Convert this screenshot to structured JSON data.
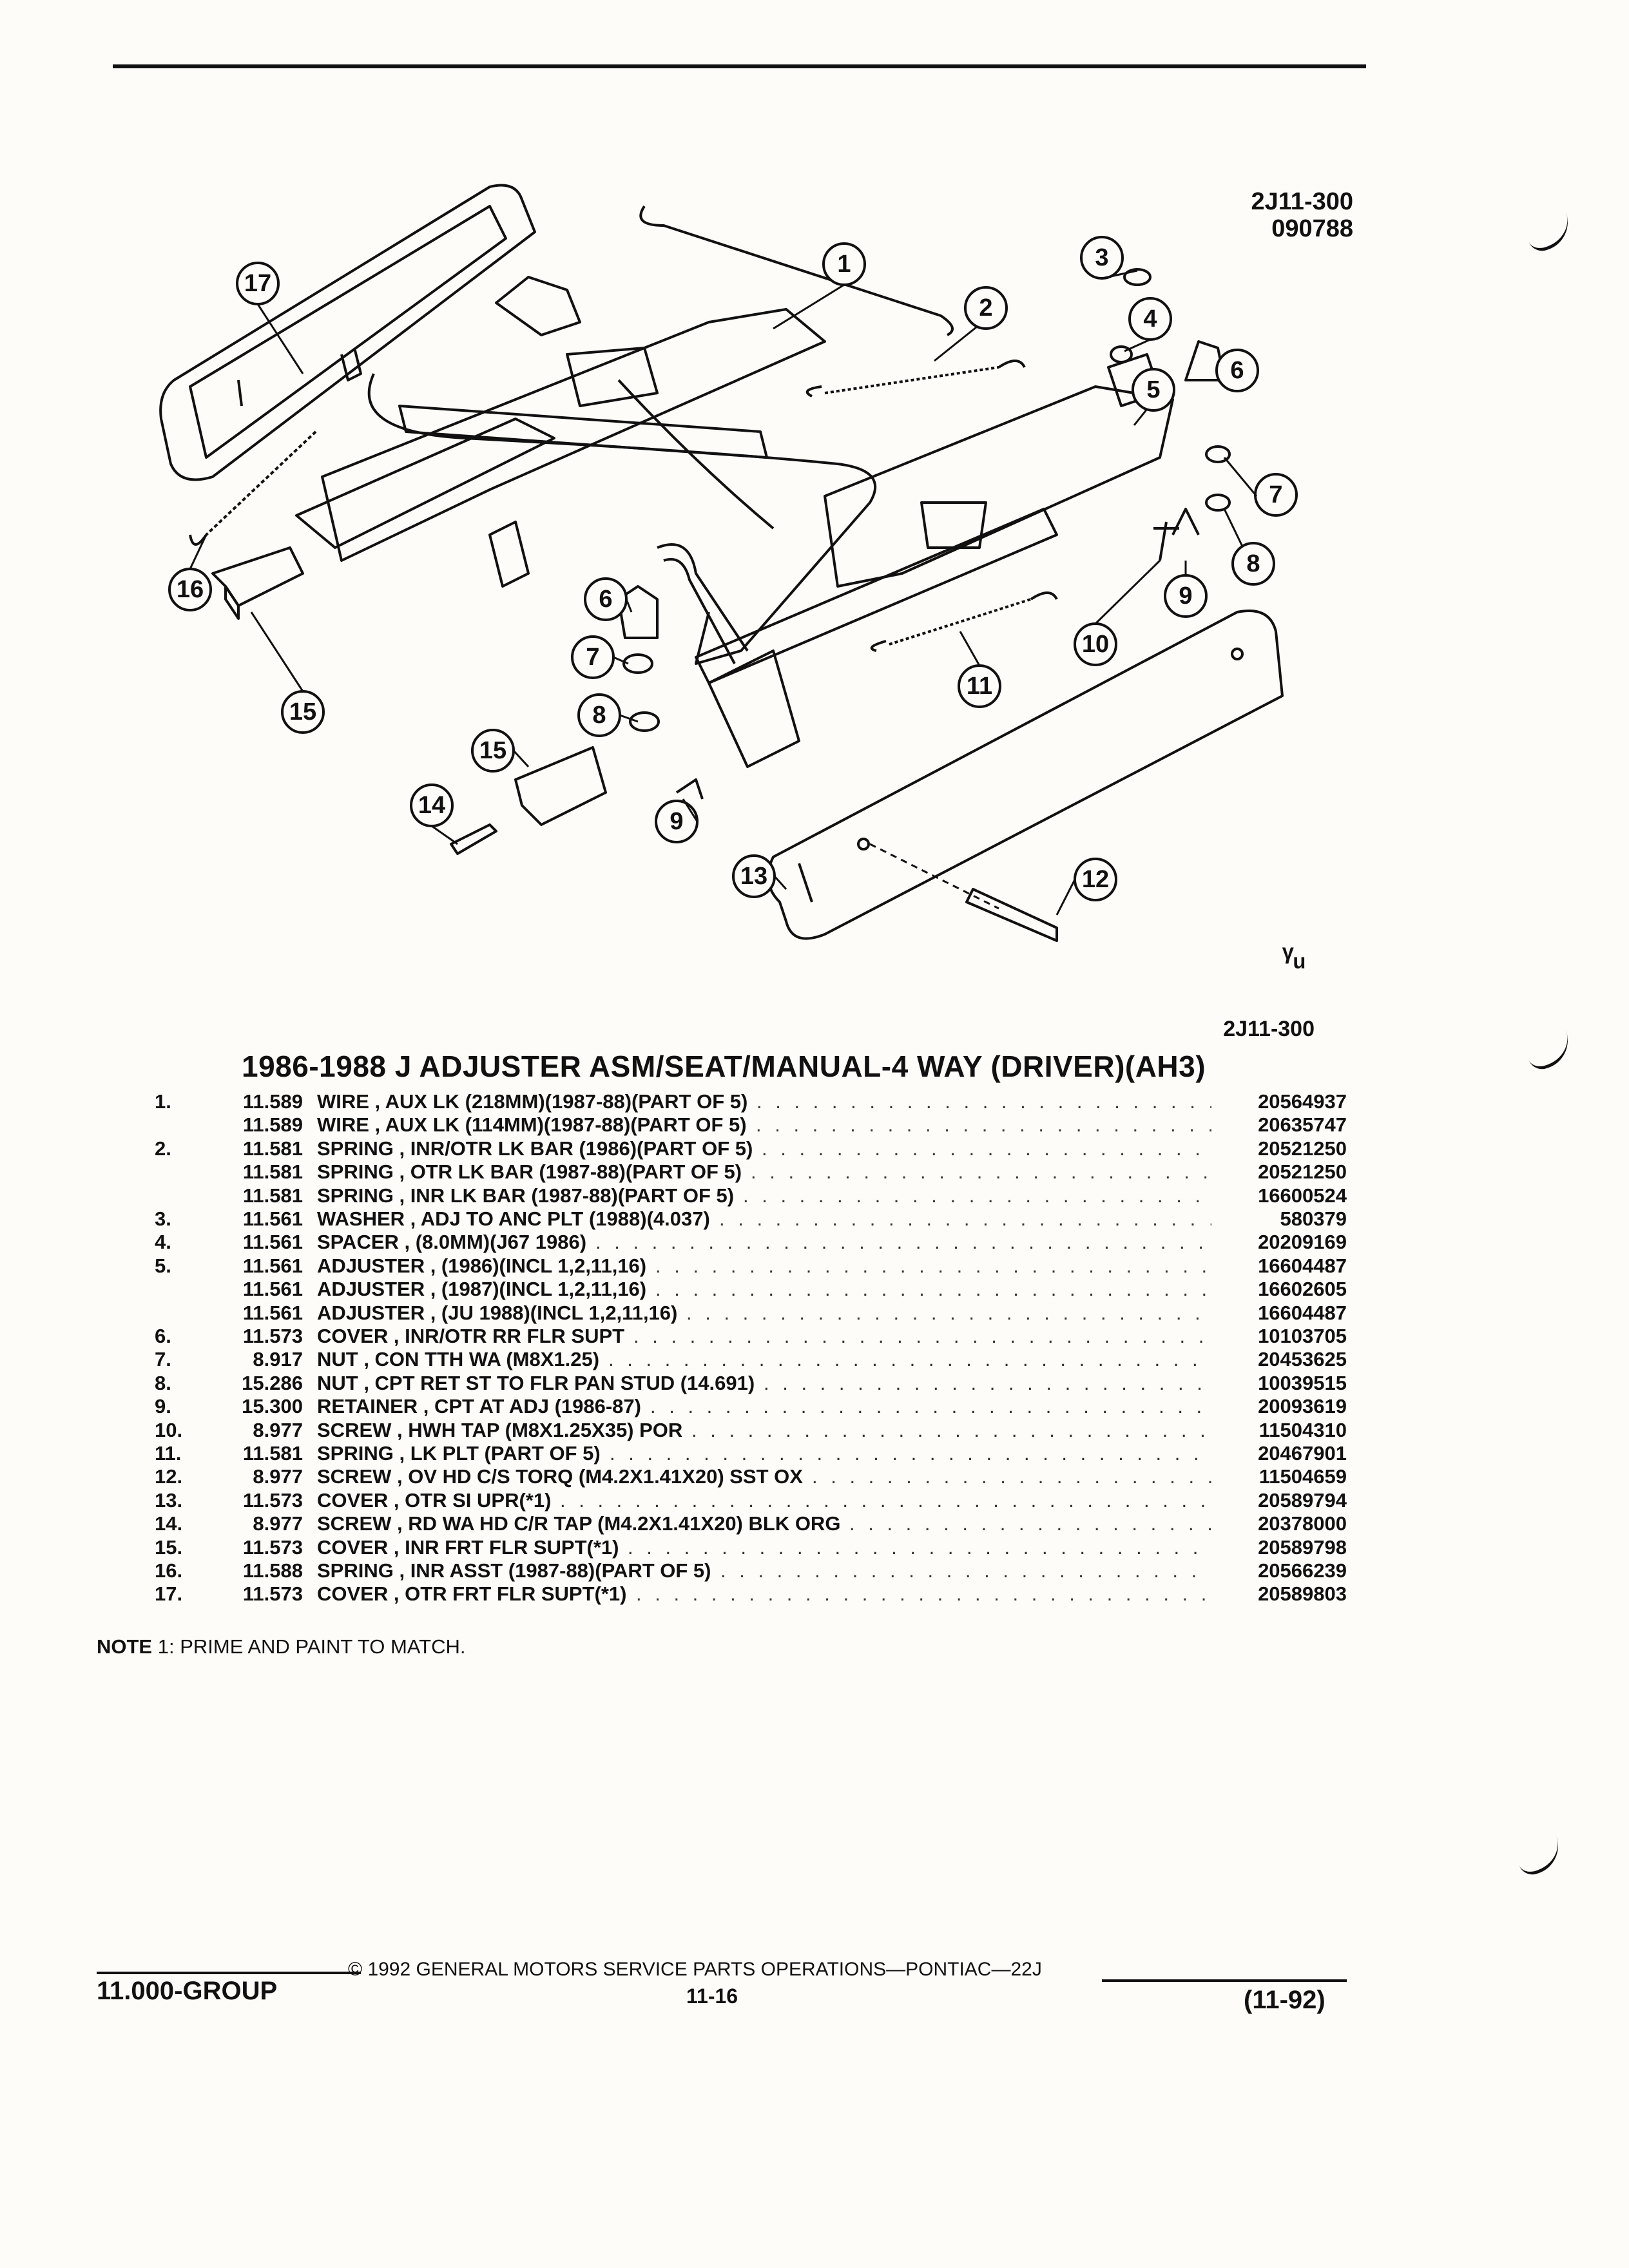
{
  "header": {
    "code": "2J11-300",
    "date_code": "090788"
  },
  "diagram": {
    "callouts": [
      "1",
      "2",
      "3",
      "4",
      "5",
      "6",
      "7",
      "8",
      "9",
      "10",
      "11",
      "12",
      "13",
      "14",
      "15",
      "16",
      "17",
      "6",
      "7",
      "8",
      "9",
      "15"
    ],
    "mark": "ᵞᵤ"
  },
  "section": {
    "code": "2J11-300",
    "title": "1986-1988 J ADJUSTER ASM/SEAT/MANUAL-4 WAY (DRIVER)(AH3)"
  },
  "parts": [
    {
      "num": "1.",
      "group": "11.589",
      "desc": "WIRE , AUX LK (218MM)(1987-88)(PART OF 5)",
      "part_no": "20564937"
    },
    {
      "num": "",
      "group": "11.589",
      "desc": "WIRE , AUX LK (114MM)(1987-88)(PART OF 5)",
      "part_no": "20635747"
    },
    {
      "num": "2.",
      "group": "11.581",
      "desc": "SPRING , INR/OTR LK BAR (1986)(PART OF 5)",
      "part_no": "20521250"
    },
    {
      "num": "",
      "group": "11.581",
      "desc": "SPRING , OTR LK BAR (1987-88)(PART OF 5)",
      "part_no": "20521250"
    },
    {
      "num": "",
      "group": "11.581",
      "desc": "SPRING , INR LK BAR (1987-88)(PART OF 5)",
      "part_no": "16600524"
    },
    {
      "num": "3.",
      "group": "11.561",
      "desc": "WASHER , ADJ TO ANC PLT (1988)(4.037)",
      "part_no": "580379"
    },
    {
      "num": "4.",
      "group": "11.561",
      "desc": "SPACER , (8.0MM)(J67 1986)",
      "part_no": "20209169"
    },
    {
      "num": "5.",
      "group": "11.561",
      "desc": "ADJUSTER , (1986)(INCL 1,2,11,16)",
      "part_no": "16604487"
    },
    {
      "num": "",
      "group": "11.561",
      "desc": "ADJUSTER , (1987)(INCL 1,2,11,16)",
      "part_no": "16602605"
    },
    {
      "num": "",
      "group": "11.561",
      "desc": "ADJUSTER , (JU 1988)(INCL 1,2,11,16)",
      "part_no": "16604487"
    },
    {
      "num": "6.",
      "group": "11.573",
      "desc": "COVER , INR/OTR RR FLR SUPT",
      "part_no": "10103705"
    },
    {
      "num": "7.",
      "group": "8.917",
      "desc": "NUT , CON TTH WA (M8X1.25)",
      "part_no": "20453625"
    },
    {
      "num": "8.",
      "group": "15.286",
      "desc": "NUT , CPT RET ST TO FLR PAN STUD (14.691)",
      "part_no": "10039515"
    },
    {
      "num": "9.",
      "group": "15.300",
      "desc": "RETAINER , CPT AT ADJ (1986-87)",
      "part_no": "20093619"
    },
    {
      "num": "10.",
      "group": "8.977",
      "desc": "SCREW , HWH TAP (M8X1.25X35) POR",
      "part_no": "11504310"
    },
    {
      "num": "11.",
      "group": "11.581",
      "desc": "SPRING , LK PLT (PART OF 5)",
      "part_no": "20467901"
    },
    {
      "num": "12.",
      "group": "8.977",
      "desc": "SCREW , OV HD C/S TORQ (M4.2X1.41X20) SST OX",
      "part_no": "11504659"
    },
    {
      "num": "13.",
      "group": "11.573",
      "desc": "COVER , OTR SI UPR(*1)",
      "part_no": "20589794"
    },
    {
      "num": "14.",
      "group": "8.977",
      "desc": "SCREW , RD WA HD C/R TAP (M4.2X1.41X20) BLK ORG",
      "part_no": "20378000"
    },
    {
      "num": "15.",
      "group": "11.573",
      "desc": "COVER , INR FRT FLR SUPT(*1)",
      "part_no": "20589798"
    },
    {
      "num": "16.",
      "group": "11.588",
      "desc": "SPRING , INR ASST (1987-88)(PART OF 5)",
      "part_no": "20566239"
    },
    {
      "num": "17.",
      "group": "11.573",
      "desc": "COVER , OTR FRT FLR SUPT(*1)",
      "part_no": "20589803"
    }
  ],
  "note": {
    "label": "NOTE",
    "num": "1:",
    "text": "PRIME AND PAINT TO MATCH."
  },
  "footer": {
    "copyright": "© 1992 GENERAL MOTORS SERVICE PARTS OPERATIONS—PONTIAC—22J",
    "group": "11.000-GROUP",
    "page": "11-16",
    "revision": "(11-92)"
  }
}
